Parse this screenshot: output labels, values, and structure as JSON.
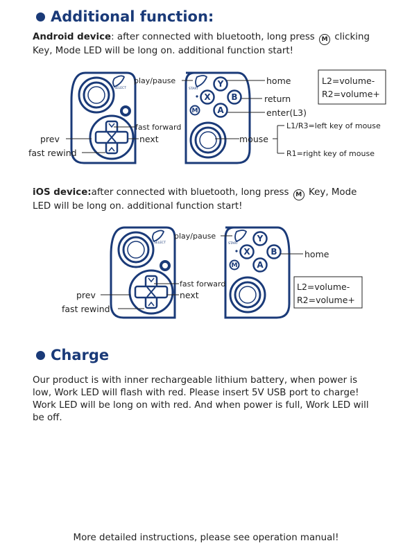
{
  "section1": {
    "title": "Additional function:",
    "android_label": "Android device",
    "android_text1": ": after connected with bluetooth, long press",
    "android_text2": "clicking",
    "android_text3": "Key, Mode LED will be long on. additional function start!",
    "m_icon": "M"
  },
  "diagram1": {
    "play_pause": "play/pause",
    "home": "home",
    "return": "return",
    "enter": "enter(L3)",
    "fast_forward": "fast forward",
    "prev": "prev",
    "next": "next",
    "fast_rewind": "fast rewind",
    "mouse": "mouse",
    "l1r3": "L1/R3=left key of mouse",
    "r1": "R1=right key of mouse",
    "vol1": "L2=volume-",
    "vol2": "R2=volume+",
    "select": "SELECT",
    "start": "START"
  },
  "section2": {
    "ios_label": "iOS device:",
    "ios_text1": "after connected with bluetooth, long  press",
    "ios_text2": "Key, Mode",
    "ios_text3": "LED will be long on. additional function start!"
  },
  "diagram2": {
    "play_pause": "play/pause",
    "home": "home",
    "fast_forward": "fast forward",
    "prev": "prev",
    "next": "next",
    "fast_rewind": "fast rewind",
    "vol1": "L2=volume-",
    "vol2": "R2=volume+"
  },
  "buttons": {
    "y": "Y",
    "x": "X",
    "b": "B",
    "a": "A",
    "m": "M"
  },
  "charge": {
    "title": "Charge",
    "line1": "Our product is with inner rechargeable lithium battery, when power is",
    "line2": "low, Work LED will flash with red. Please insert 5V USB port to charge!",
    "line3": "Work LED will be long on with red. And when power is full, Work LED will",
    "line4": "be off."
  },
  "footer": "More detailed instructions, please see operation manual!",
  "colors": {
    "accent": "#1a3a78"
  },
  "icons": {
    "bullet": "bullet-dot-icon",
    "mode": "mode-m-icon"
  }
}
